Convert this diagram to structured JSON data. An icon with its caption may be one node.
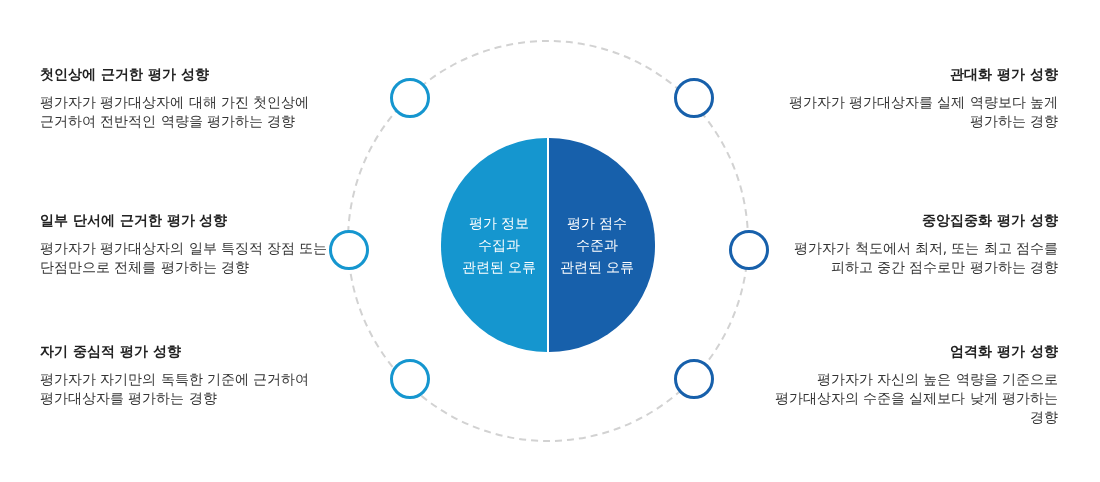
{
  "diagram": {
    "nodes": [
      {
        "text": [
          "평가 정보 수집과 관련된 오류"
        ]
      },
      {
        "text": [
          "평가 점수 수준과 관련된 오류"
        ]
      },
      {
        "text": [],
        "shape": "circle",
        "beside": [
          "첫인상에 근거한 평가 성향",
          "평가자가 평가대상자에 대해 가진 첫인상에 근거하여 전반적인 역량을 평가하는 경향"
        ]
      },
      {
        "text": [],
        "shape": "circle",
        "beside": [
          "일부 단서에 근거한 평가 성향",
          "평가자가 평가대상자의 일부 특징적 장점 또는 단점만으로 전체를 평가하는 경향"
        ]
      },
      {
        "text": [],
        "shape": "circle",
        "beside": [
          "자기 중심적 평가 성향",
          "평가자가 자기만의 독특한 기준에 근거하여 평가대상자를 평가하는 경향"
        ]
      },
      {
        "text": [],
        "shape": "circle",
        "beside": [
          "관대화 평가 성향",
          "평가자가 평가대상자를 실제 역량보다 높게 평가하는 경향"
        ]
      },
      {
        "text": [],
        "shape": "circle",
        "beside": [
          "중앙집중화 평가 성향",
          "평가자가 척도에서 최저, 또는 최고 점수를 피하고 중간 점수로만 평가하는 경향"
        ]
      },
      {
        "text": [],
        "shape": "circle",
        "beside": [
          "엄격화 평가 성향",
          "평가자가 자신의 높은 역량을 기준으로 평가대상자의 수준을 실제보다 낮게 평가하는 경향"
        ]
      }
    ],
    "edges": []
  }
}
